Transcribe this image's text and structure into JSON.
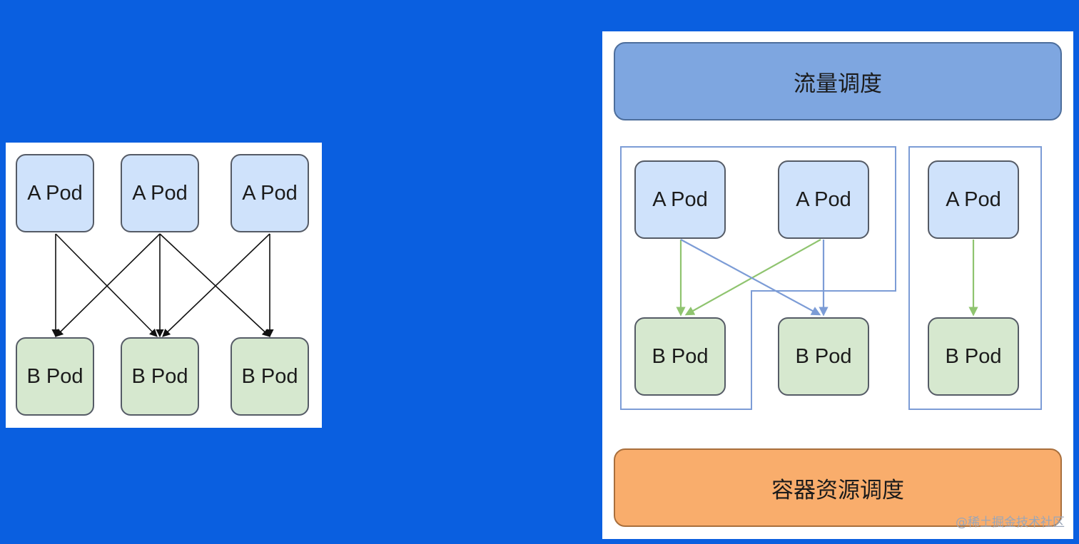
{
  "left_diagram": {
    "a_pods": [
      "A Pod",
      "A Pod",
      "A Pod"
    ],
    "b_pods": [
      "B Pod",
      "B Pod",
      "B Pod"
    ],
    "arrow_color": "#111111"
  },
  "right_diagram": {
    "traffic_scheduling_label": "流量调度",
    "container_resource_scheduling_label": "容器资源调度",
    "a_pods": [
      "A Pod",
      "A Pod",
      "A Pod"
    ],
    "b_pods": [
      "B Pod",
      "B Pod",
      "B Pod"
    ],
    "green_arrow_color": "#8fc46f",
    "blue_arrow_color": "#7c9cd6",
    "group_border_color": "#7c9cd6"
  },
  "colors": {
    "background": "#0a5fe0",
    "a_pod_fill": "#cfe2fb",
    "b_pod_fill": "#d6e8cf",
    "traffic_bar_fill": "#7ea6e0",
    "resource_bar_fill": "#f9ad6c"
  },
  "watermark": "@稀土掘金技术社区"
}
